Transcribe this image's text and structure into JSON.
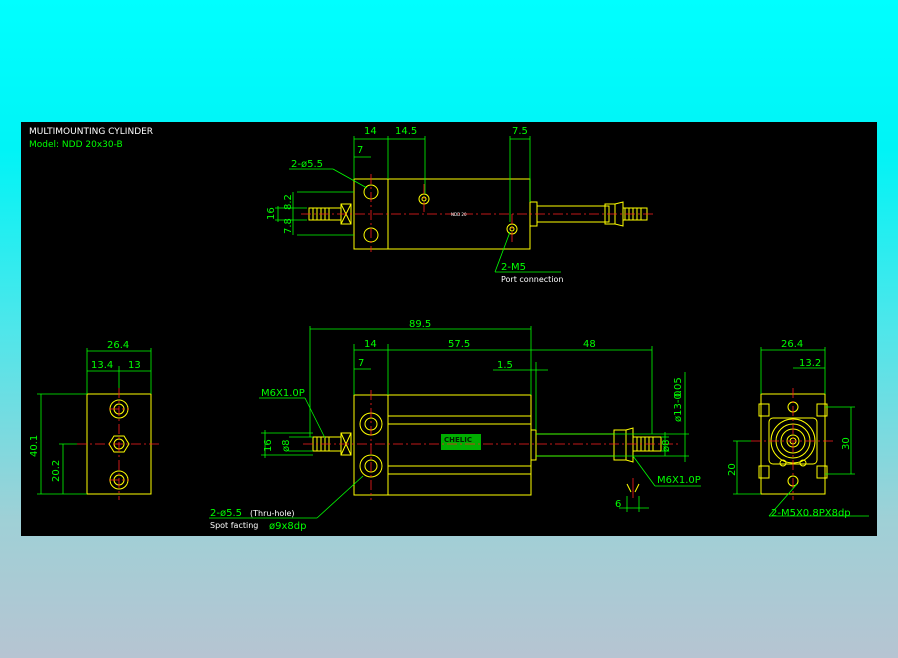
{
  "title": {
    "main": "MULTIMOUNTING CYLINDER",
    "model": "Model:  NDD 20x30-B"
  },
  "top_view": {
    "dim_14": "14",
    "dim_14_5": "14.5",
    "dim_7_5": "7.5",
    "dim_7": "7",
    "dim_16": "16",
    "dim_7_8": "7.8",
    "dim_8_2": "8.2",
    "hole_label": "2-ø5.5",
    "port_label": "2-M5",
    "port_note": "Port connection"
  },
  "front_view": {
    "dim_89_5": "89.5",
    "dim_14": "14",
    "dim_57_5": "57.5",
    "dim_48": "48",
    "dim_7": "7",
    "dim_1_5": "1.5",
    "dim_16": "16",
    "dim_phi8_left": "ø8",
    "dim_phi8_right": "ø8",
    "dim_phi13": "ø13-0.05",
    "dim_tol": "0",
    "thread_left": "M6X1.0P",
    "thread_right": "M6X1.0P",
    "dim_6": "6",
    "hole_label": "2-ø5.5",
    "hole_note": "(Thru-hole)",
    "spot_label": "Spot facting",
    "spot_dim": "ø9x8dp",
    "logo_text": "CHELIC"
  },
  "left_view": {
    "dim_26_4": "26.4",
    "dim_13_4": "13.4",
    "dim_13": "13",
    "dim_40_1": "40.1",
    "dim_20_2": "20.2"
  },
  "right_view": {
    "dim_26_4": "26.4",
    "dim_13_2": "13.2",
    "dim_30": "30",
    "dim_20": "20",
    "thread_label": "2-M5X0.8PX8dp"
  }
}
